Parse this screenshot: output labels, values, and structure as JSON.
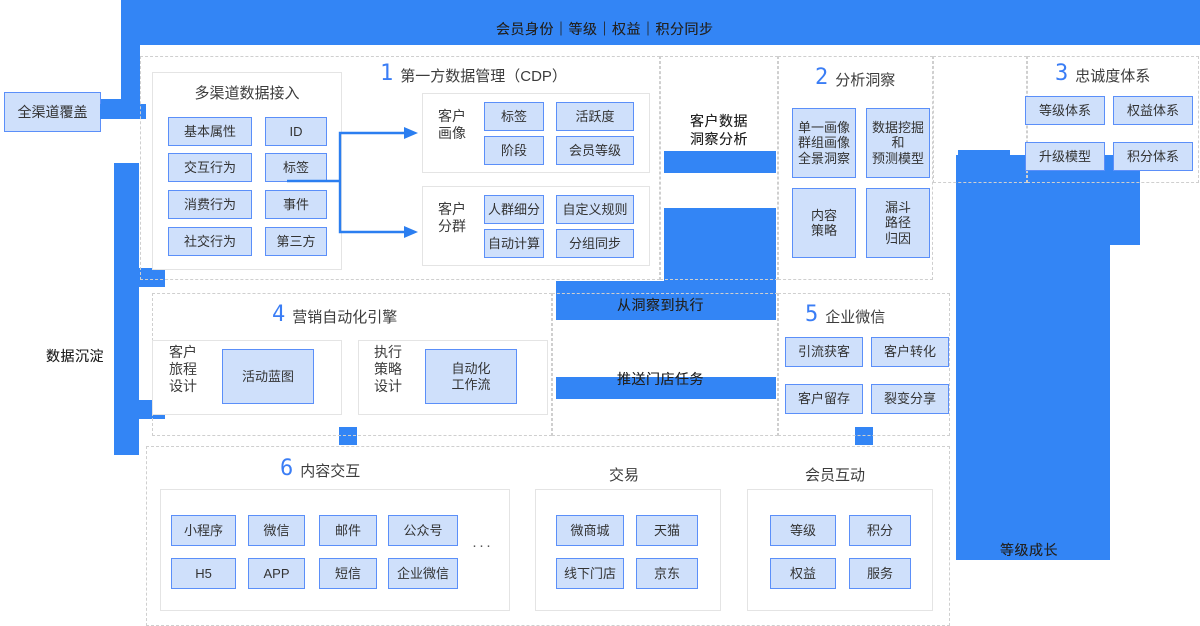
{
  "colors": {
    "flow_blue": "#3385f5",
    "chip_fill": "#cfe0fb",
    "chip_border": "#5b8ff9",
    "number_blue": "#3a7df5",
    "dashed_border": "#cfcfcf"
  },
  "flow_labels": {
    "top_banner": "会员身份｜等级｜权益｜积分同步",
    "left_entry": "全渠道覆盖",
    "left_vertical": "数据沉淀",
    "cdp_to_analysis": "客户数据\n洞察分析",
    "analysis_to_marketing": "从洞察到执行",
    "marketing_to_wecom": "推送门店任务",
    "right_vertical": "等级成长"
  },
  "sections": {
    "cdp": {
      "number": "1",
      "title": "第一方数据管理（CDP）",
      "intake": {
        "title": "多渠道数据接入",
        "chips": [
          "基本属性",
          "ID",
          "交互行为",
          "标签",
          "消费行为",
          "事件",
          "社交行为",
          "第三方"
        ]
      },
      "profile": {
        "label": "客户\n画像",
        "chips": [
          "标签",
          "活跃度",
          "阶段",
          "会员等级"
        ]
      },
      "segment": {
        "label": "客户\n分群",
        "chips": [
          "人群细分",
          "自定义规则",
          "自动计算",
          "分组同步"
        ]
      }
    },
    "analysis": {
      "number": "2",
      "title": "分析洞察",
      "chips": [
        "单一画像\n群组画像\n全景洞察",
        "数据挖掘\n和\n预测模型",
        "内容\n策略",
        "漏斗\n路径\n归因"
      ]
    },
    "loyalty": {
      "number": "3",
      "title": "忠诚度体系",
      "chips": [
        "等级体系",
        "权益体系",
        "升级模型",
        "积分体系"
      ]
    },
    "marketing": {
      "number": "4",
      "title": "营销自动化引擎",
      "journey": {
        "label": "客户\n旅程\n设计",
        "chip": "活动蓝图"
      },
      "execution": {
        "label": "执行\n策略\n设计",
        "chip": "自动化\n工作流"
      }
    },
    "wecom": {
      "number": "5",
      "title": "企业微信",
      "chips": [
        "引流获客",
        "客户转化",
        "客户留存",
        "裂变分享"
      ]
    },
    "content": {
      "number": "6",
      "title": "内容交互",
      "chips": [
        "小程序",
        "微信",
        "邮件",
        "公众号",
        "H5",
        "APP",
        "短信",
        "企业微信"
      ],
      "more": "···"
    },
    "transaction": {
      "title": "交易",
      "chips": [
        "微商城",
        "天猫",
        "线下门店",
        "京东"
      ]
    },
    "member": {
      "title": "会员互动",
      "chips": [
        "等级",
        "积分",
        "权益",
        "服务"
      ]
    }
  }
}
